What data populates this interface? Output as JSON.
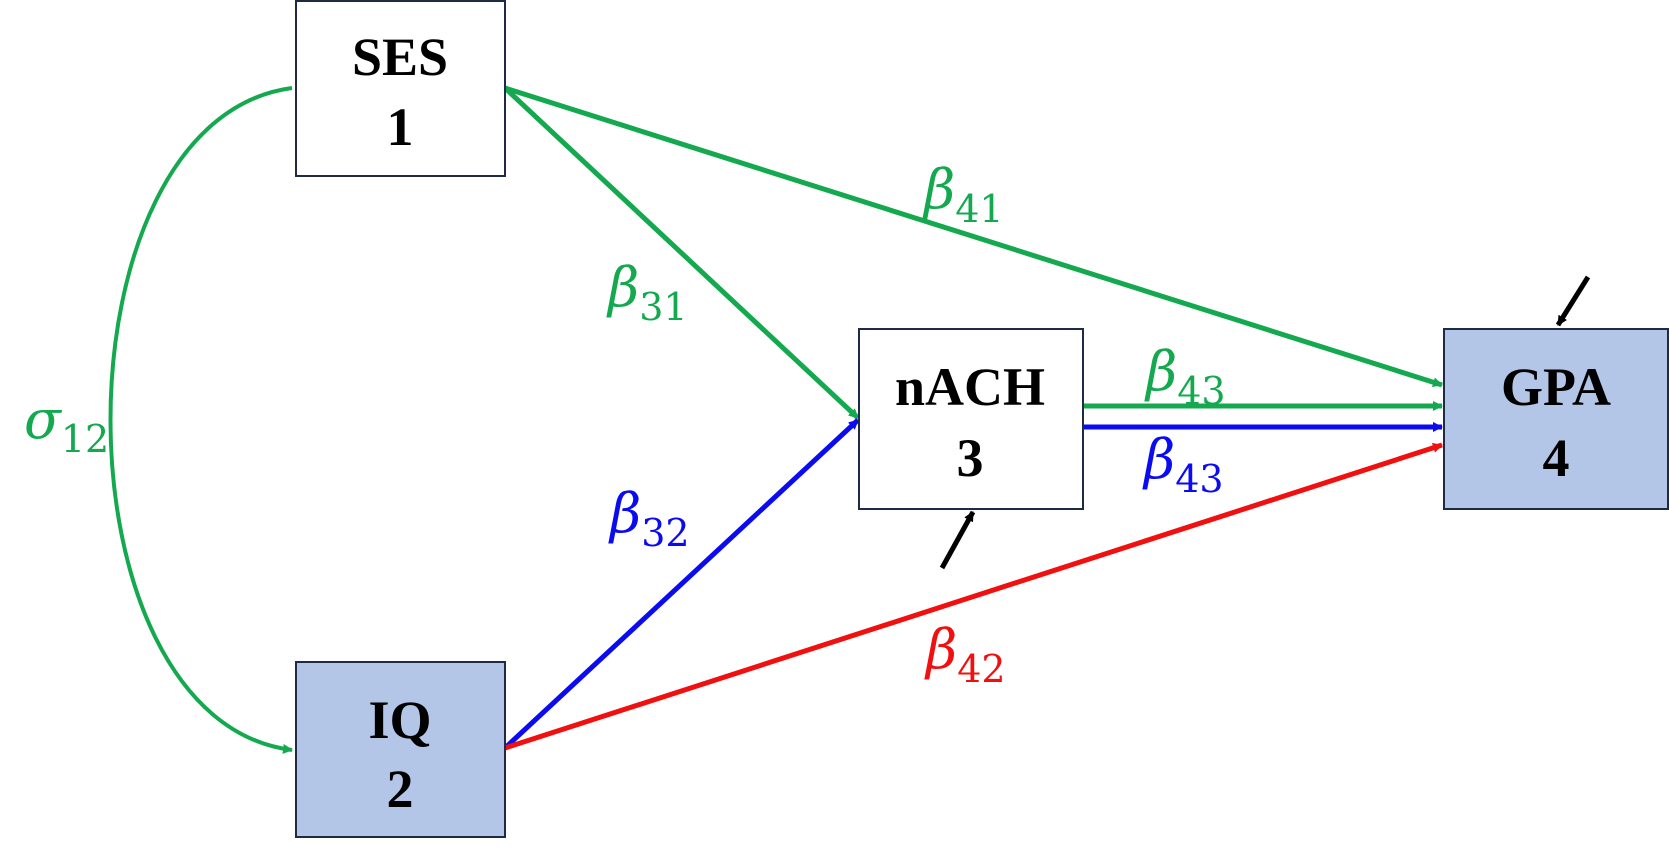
{
  "colors": {
    "green": "#14a94f",
    "blue": "#0b0bf0",
    "red": "#f01010",
    "black": "#000000",
    "shaded_fill": "#b4c6e7",
    "plain_fill": "#ffffff"
  },
  "nodes": {
    "ses": {
      "name": "SES",
      "number": "1",
      "shaded": false
    },
    "iq": {
      "name": "IQ",
      "number": "2",
      "shaded": true
    },
    "nach": {
      "name": "nACH",
      "number": "3",
      "shaded": false
    },
    "gpa": {
      "name": "GPA",
      "number": "4",
      "shaded": true
    }
  },
  "paths": {
    "sigma_12": {
      "symbol": "σ",
      "sub": "12",
      "color": "green",
      "from": "ses",
      "to": "iq",
      "kind": "covariance"
    },
    "beta_41": {
      "symbol": "β",
      "sub": "41",
      "color": "green",
      "from": "ses",
      "to": "gpa"
    },
    "beta_31": {
      "symbol": "β",
      "sub": "31",
      "color": "green",
      "from": "ses",
      "to": "nach"
    },
    "beta_32": {
      "symbol": "β",
      "sub": "32",
      "color": "blue",
      "from": "iq",
      "to": "nach"
    },
    "beta_42": {
      "symbol": "β",
      "sub": "42",
      "color": "red",
      "from": "iq",
      "to": "gpa"
    },
    "beta_43_green": {
      "symbol": "β",
      "sub": "43",
      "color": "green",
      "from": "nach",
      "to": "gpa"
    },
    "beta_43_blue": {
      "symbol": "β",
      "sub": "43",
      "color": "blue",
      "from": "nach",
      "to": "gpa"
    }
  },
  "disturbances": {
    "nach": {
      "color": "black",
      "target": "nach"
    },
    "gpa": {
      "color": "black",
      "target": "gpa"
    }
  }
}
